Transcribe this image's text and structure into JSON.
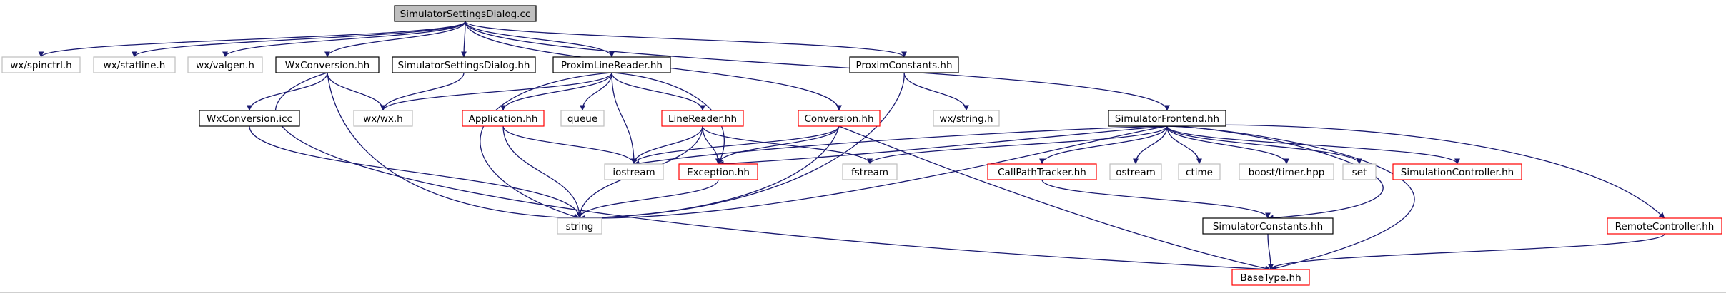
{
  "diagram": {
    "colors": {
      "edge": "#191970",
      "focus_fill": "#bfbfbf",
      "border_black": "#000000",
      "border_red": "#ff0000",
      "border_gray": "#bfbfbf",
      "text": "#000000"
    },
    "nodes": {
      "root": "SimulatorSettingsDialog.cc",
      "spinctrl": "wx/spinctrl.h",
      "statline": "wx/statline.h",
      "valgen": "wx/valgen.h",
      "wxconv_hh": "WxConversion.hh",
      "ssd_hh": "SimulatorSettingsDialog.hh",
      "plr_hh": "ProximLineReader.hh",
      "conversion_hh": "Conversion.hh",
      "proximconst_hh": "ProximConstants.hh",
      "simfrontend_hh": "SimulatorFrontend.hh",
      "wxconv_icc": "WxConversion.icc",
      "wxwx": "wx/wx.h",
      "application_hh": "Application.hh",
      "queue": "queue",
      "linereader_hh": "LineReader.hh",
      "wxstring": "wx/string.h",
      "iostream": "iostream",
      "exception_hh": "Exception.hh",
      "fstream": "fstream",
      "cpt_hh": "CallPathTracker.hh",
      "ostream": "ostream",
      "ctime": "ctime",
      "timer": "boost/timer.hpp",
      "set": "set",
      "simcontroller_hh": "SimulationController.hh",
      "string": "string",
      "simconst_hh": "SimulatorConstants.hh",
      "remotecontroller_hh": "RemoteController.hh",
      "basetype_hh": "BaseType.hh"
    }
  }
}
